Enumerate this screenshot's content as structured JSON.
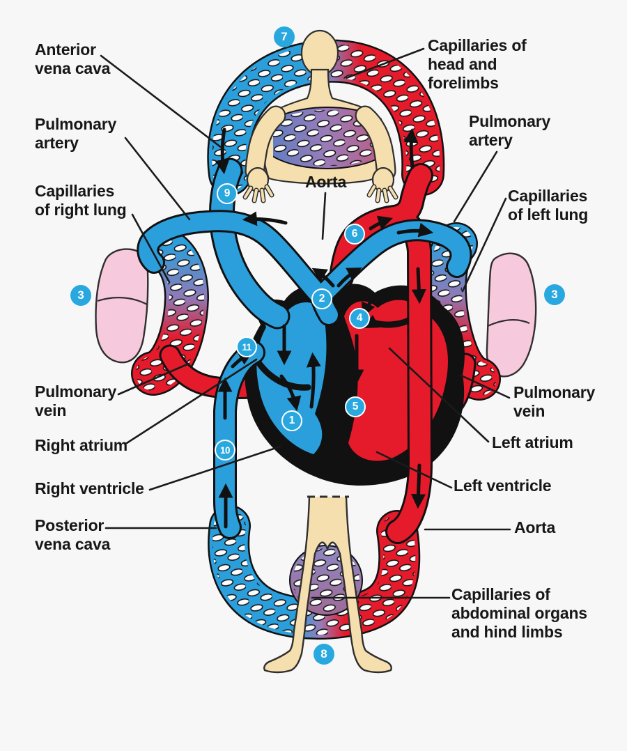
{
  "diagram": {
    "labels": {
      "anterior_vena_cava": "Anterior\nvena cava",
      "pulmonary_artery_left": "Pulmonary\nartery",
      "capillaries_right_lung": "Capillaries\nof right lung",
      "capillaries_head": "Capillaries of\nhead and\nforelimbs",
      "pulmonary_artery_right": "Pulmonary\nartery",
      "capillaries_left_lung": "Capillaries\nof left lung",
      "aorta_top": "Aorta",
      "pulmonary_vein_left": "Pulmonary\nvein",
      "right_atrium": "Right atrium",
      "right_ventricle": "Right ventricle",
      "posterior_vena_cava": "Posterior\nvena cava",
      "pulmonary_vein_right": "Pulmonary\nvein",
      "left_atrium": "Left atrium",
      "left_ventricle": "Left ventricle",
      "aorta_bottom": "Aorta",
      "capillaries_abdominal": "Capillaries of\nabdominal organs\nand hind limbs"
    },
    "badges": {
      "b1": "1",
      "b2": "2",
      "b3_left": "3",
      "b3_right": "3",
      "b4": "4",
      "b5": "5",
      "b6": "6",
      "b7": "7",
      "b8": "8",
      "b9": "9",
      "b10": "10",
      "b11": "11"
    },
    "colors": {
      "background": "#f7f7f7",
      "oxygenated_red": "#e51a2b",
      "deoxygenated_blue": "#2b9fdc",
      "capillary_purple": "#8e7bb8",
      "badge_blue": "#29a8e0",
      "lung_pink": "#f7c9dc",
      "skin": "#f6dfae",
      "outline_black": "#111111"
    }
  }
}
